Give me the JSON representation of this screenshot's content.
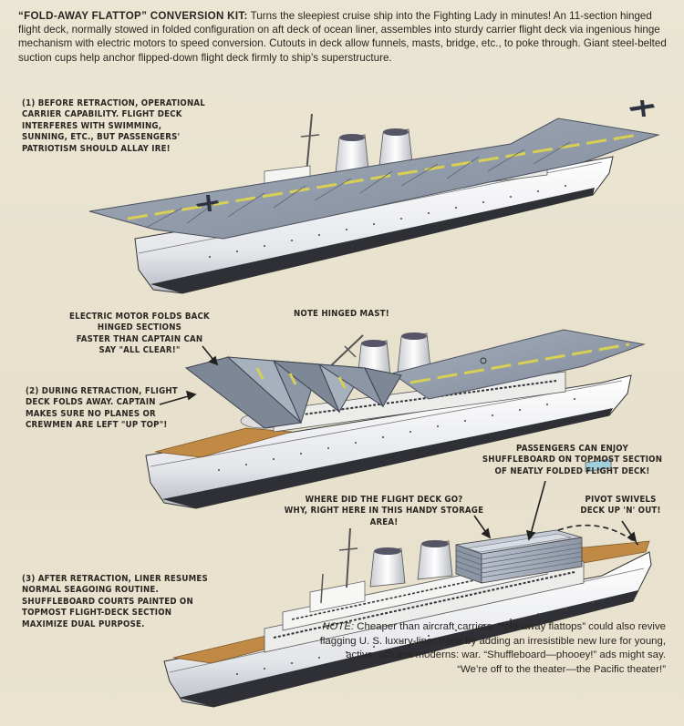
{
  "intro": {
    "lead": "“FOLD-AWAY FLATTOP” CONVERSION KIT:",
    "body": " Turns the sleepiest cruise ship into the Fighting Lady in minutes! An 11-section hinged flight deck, normally stowed in folded configuration on aft deck of ocean liner, assembles into sturdy carrier flight deck via ingenious hinge mechanism with electric motors to speed conversion. Cutouts in deck allow funnels, masts, bridge, etc., to poke through. Giant steel-belted suction cups help anchor flipped-down flight deck firmly to ship’s superstructure."
  },
  "captions": {
    "before": "(1) Before retraction, operational\ncarrier capability. Flight deck\ninterferes with swimming,\nsunning, etc., but passengers'\npatriotism should allay ire!",
    "motor": "Electric motor folds back\nhinged sections\nfaster than captain can\nsay \"All clear!\"",
    "during": "(2) During retraction, flight\ndeck folds away. Captain\nmakes sure no planes or\ncrewmen are left \"up top\"!",
    "mast": "Note hinged mast!",
    "passengers": "Passengers can enjoy\nshuffleboard on topmost section\nof neatly folded flight deck!",
    "where": "Where did the flight deck go?\nWhy, right here in this handy storage area!",
    "pivot": "Pivot swivels\ndeck up 'n' out!",
    "after": "(3) After retraction, liner resumes\nnormal seagoing routine.\nShuffleboard courts painted on\ntopmost flight-deck section\nmaximize dual purpose."
  },
  "note": {
    "label": "NOTE:",
    "text": " Cheaper than aircraft carriers, “fold-away flattops” could also revive flagging U. S. luxury-liner trade by adding an irresistible new lure for young, active, affluent moderns: war. “Shuffleboard—phooey!” ads might say. “We’re off to the theater—the Pacific theater!”"
  },
  "colors": {
    "paper": "#e8e2cf",
    "hull_white": "#f2f2f0",
    "hull_dark": "#2e3035",
    "deck_gray": "#8c96a6",
    "deck_stripe": "#d8cf55",
    "wood_deck": "#c08a45"
  }
}
